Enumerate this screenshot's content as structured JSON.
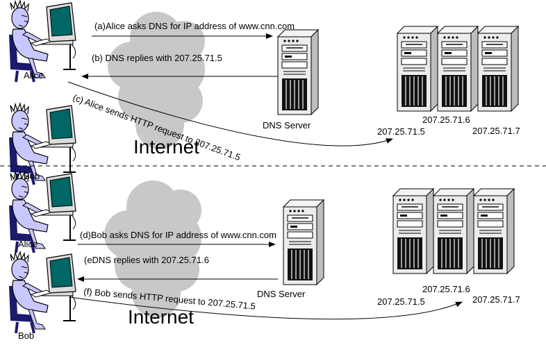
{
  "top": {
    "user_a": "Alice",
    "user_b": "Bob",
    "msg_a": "(a)Alice asks DNS for IP address of www.cnn.com",
    "msg_b": "(b) DNS replies with 207.25.71.5",
    "msg_c": "(c) Alice sends HTTP request to 207.25.71.5",
    "cloud": "Internet",
    "dns_label": "DNS Server",
    "ip1": "207.25.71.5",
    "ip2": "207.25.71.6",
    "ip3": "207.25.71.7"
  },
  "bottom": {
    "user_a": "Alice",
    "user_b": "Bob",
    "msg_d": "(d)Bob asks DNS for IP address of www.cnn.com",
    "msg_e": "(eDNS replies with 207.25.71.6",
    "msg_f": "(f) Bob sends HTTP request to 207.25.71.5",
    "cloud": "Internet",
    "dns_label": "DNS Server",
    "ip1": "207.25.71.5",
    "ip2": "207.25.71.6",
    "ip3": "207.25.71.7"
  },
  "colors": {
    "cloud": "#c8c8c8",
    "person_fill": "#c8c8ff",
    "chair": "#1a1a6e",
    "screen": "#006666",
    "server_body": "#ececec"
  }
}
